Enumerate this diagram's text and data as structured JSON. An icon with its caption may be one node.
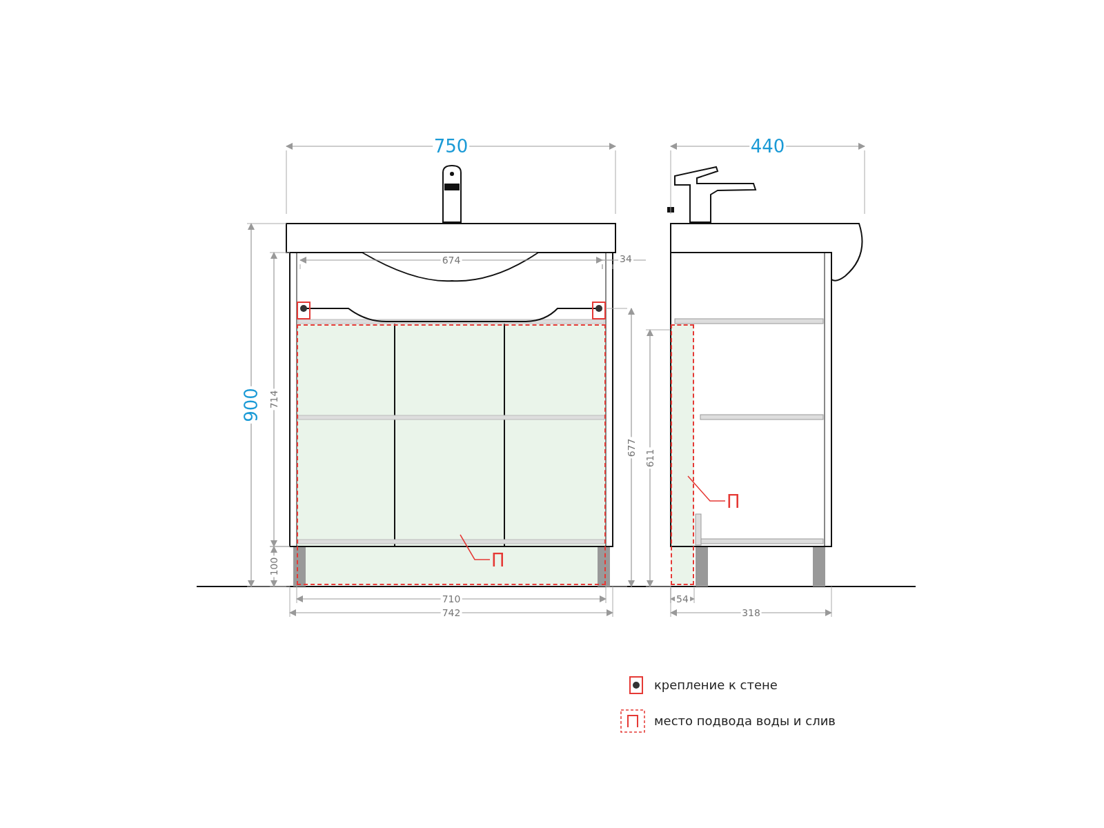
{
  "diagram": {
    "nodes": [
      {
        "text": [],
        "shape": "box"
      },
      {
        "text": [
          "П"
        ],
        "in": 0
      },
      {
        "text": [
          "П"
        ]
      },
      {
        "text": [],
        "shape": "box"
      }
    ],
    "edges": [
      {
        "from": 1,
        "to": 0,
        "arrow": "none"
      },
      {
        "from": 2,
        "to": 3,
        "arrow": "none"
      }
    ],
    "labels": [
      "750",
      "440",
      "674",
      "34",
      "900",
      "714",
      "677",
      "611",
      "100",
      "710",
      "742",
      "54",
      "318"
    ],
    "legend": [
      {
        "text": "крепление к стене"
      },
      {
        "text": "место подвода воды и слив"
      }
    ]
  }
}
